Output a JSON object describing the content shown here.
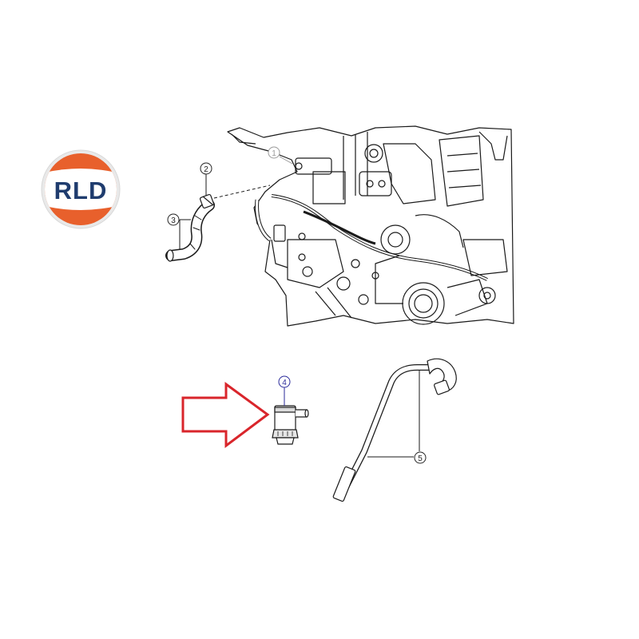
{
  "logo": {
    "text": "RLD",
    "ring_color": "#e8602c",
    "text_color": "#1f3c6e"
  },
  "callouts": [
    {
      "number": "1",
      "color": "#9a9a9a"
    },
    {
      "number": "2",
      "color": "#222222"
    },
    {
      "number": "3",
      "color": "#222222"
    },
    {
      "number": "4",
      "color": "#2a2a9a"
    },
    {
      "number": "5",
      "color": "#222222"
    }
  ],
  "highlight_arrow": {
    "color": "#d9252b",
    "target_callout": "4"
  }
}
